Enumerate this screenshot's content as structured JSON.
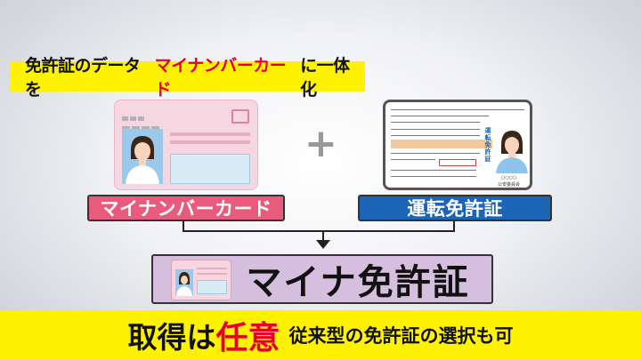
{
  "headline": {
    "part1": "免許証のデータを",
    "part2": "マイナンバーカード",
    "part3": "に一体化"
  },
  "cards": {
    "my_number_label": "マイナンバーカード",
    "license_label": "運転免許証",
    "license_vertical_text": "運転免許証",
    "plus": "+",
    "license_tiny": {
      "circles": "○○○○",
      "issuer": "公安委員会"
    }
  },
  "result": {
    "title": "マイナ免許証"
  },
  "bottom": {
    "a": "取得は",
    "b": "任意",
    "c": "従来型の免許証の選択も可"
  },
  "colors": {
    "yellow": "#fff200",
    "red": "#e4002b",
    "pink": "#e85b7d",
    "blue": "#1c64b6",
    "lavender": "#d5bede"
  }
}
